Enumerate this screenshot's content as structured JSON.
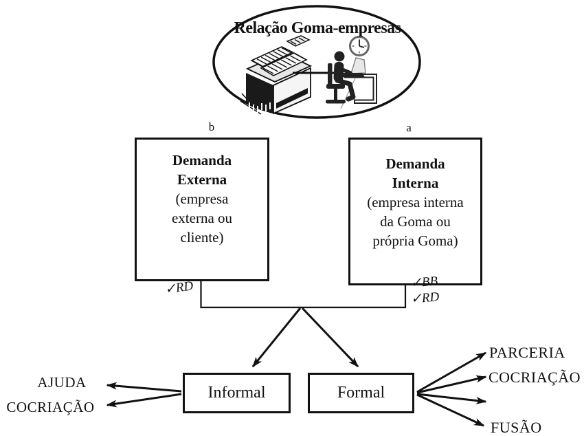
{
  "title": "Relação Goma-empresas",
  "top_boxes": {
    "external": {
      "tag": "b",
      "title_line1": "Demanda",
      "title_line2": "Externa",
      "desc_line1": "(empresa",
      "desc_line2": "externa ou",
      "desc_line3": "cliente)"
    },
    "internal": {
      "tag": "a",
      "title_line1": "Demanda",
      "title_line2": "Interna",
      "desc_line1": "(empresa interna",
      "desc_line2": "da Goma ou",
      "desc_line3": "própria Goma)"
    }
  },
  "annotations": {
    "external_check1": "✓RD",
    "internal_check1": "✓BB",
    "internal_check2": "✓RD"
  },
  "relation_boxes": {
    "informal": "Informal",
    "formal": "Formal"
  },
  "informal_outcomes": [
    "AJUDA",
    "COCRIAÇÃO"
  ],
  "formal_outcomes": [
    "PARCERIA",
    "COCRIAÇÃO",
    "FUSÃO"
  ],
  "icons": {
    "press": "printing-press-icon",
    "person": "person-at-desk-icon",
    "clock": "clock-icon"
  },
  "colors": {
    "line": "#111111",
    "background": "#ffffff"
  }
}
